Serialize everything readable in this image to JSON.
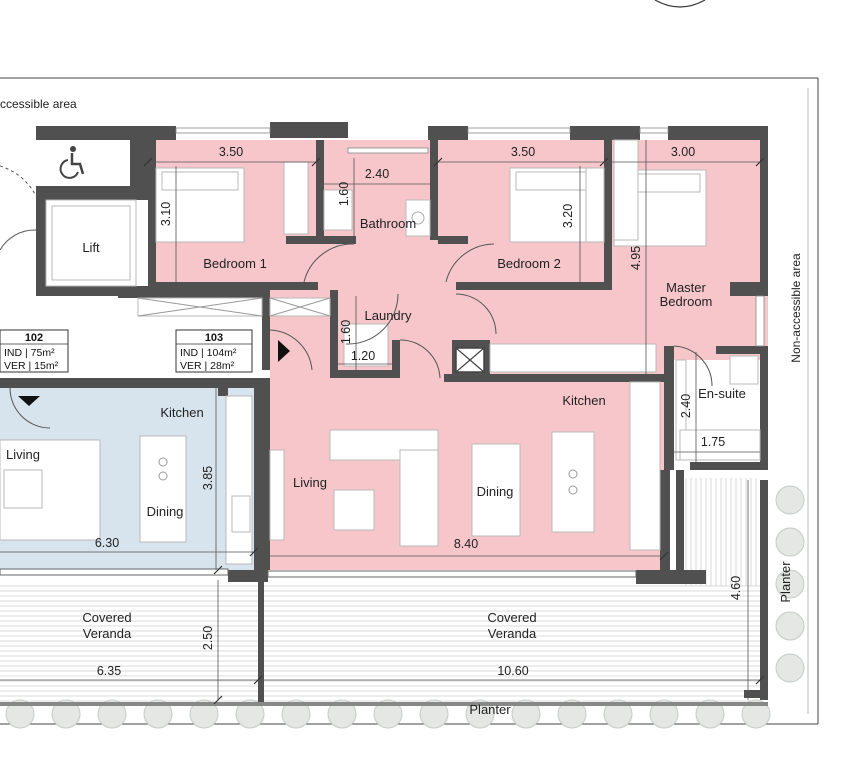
{
  "labels": {
    "accessible_area": "ccessible area",
    "non_accessible_area": "Non-accessible area",
    "lift": "Lift",
    "bedroom1": "Bedroom 1",
    "bedroom2": "Bedroom 2",
    "bathroom": "Bathroom",
    "master_bedroom_line1": "Master",
    "master_bedroom_line2": "Bedroom",
    "laundry": "Laundry",
    "kitchen_103": "Kitchen",
    "living_103": "Living",
    "dining_103": "Dining",
    "ensuite": "En-suite",
    "kitchen_102": "Kitchen",
    "living_102": "Living",
    "dining_102": "Dining",
    "veranda1_line1": "Covered",
    "veranda1_line2": "Veranda",
    "veranda2_line1": "Covered",
    "veranda2_line2": "Veranda",
    "planter_bottom": "Planter",
    "planter_right": "Planter"
  },
  "units": {
    "u102": {
      "number": "102",
      "ind": "IND  | 75m²",
      "ver": "VER  | 15m²"
    },
    "u103": {
      "number": "103",
      "ind": "IND  | 104m²",
      "ver": "VER  | 28m²"
    }
  },
  "dimensions": {
    "bed1_width": "3.50",
    "bed1_depth": "3.10",
    "bath_width": "2.40",
    "bath_depth": "1.60",
    "bed2_width": "3.50",
    "bed2_depth": "3.20",
    "master_width": "3.00",
    "master_depth": "4.95",
    "laundry_depth": "1.60",
    "laundry_width": "1.20",
    "ensuite_depth": "2.40",
    "ensuite_width": "1.75",
    "u102_depth": "3.85",
    "u102_width": "6.30",
    "u103_width": "8.40",
    "veranda_depth": "2.50",
    "veranda1_width": "6.35",
    "veranda2_width": "10.60",
    "veranda2_depth": "4.60"
  },
  "colors": {
    "unit103_fill": "#f7c6cb",
    "unit102_fill": "#d7e4ee",
    "wall": "#505050"
  },
  "icons": [
    "wheelchair-icon",
    "entry-arrow-icon"
  ]
}
